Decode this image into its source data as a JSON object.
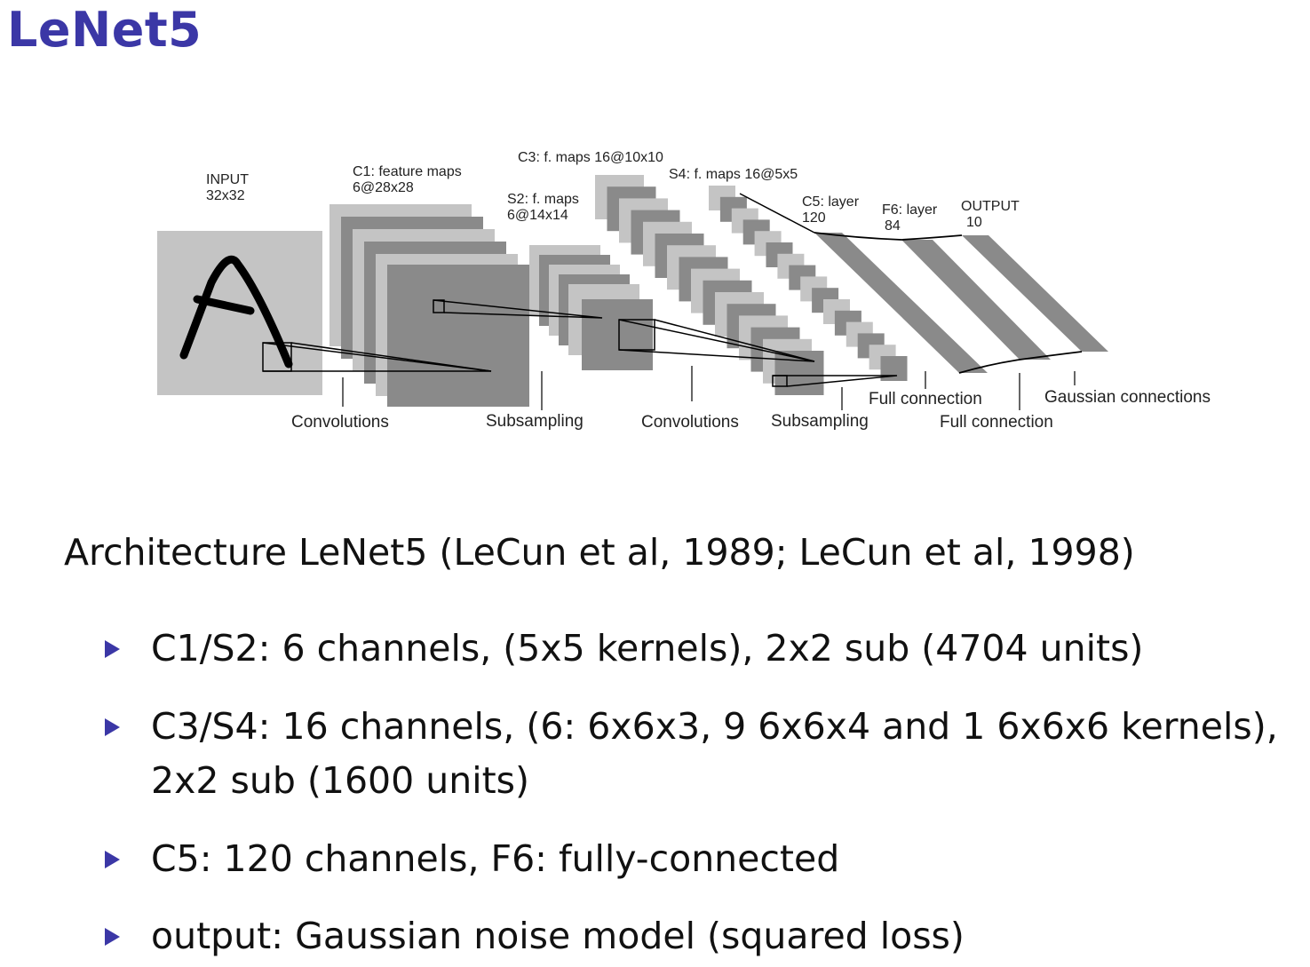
{
  "title": "LeNet5",
  "colors": {
    "title": "#3b37a6",
    "bullet_marker": "#3b37a6",
    "map_light": "#c4c4c4",
    "map_dark": "#8a8a8a"
  },
  "diagram": {
    "layers": {
      "input": {
        "name": "INPUT",
        "size": "32x32"
      },
      "c1": {
        "name": "C1: feature maps",
        "size": "6@28x28"
      },
      "s2": {
        "name": "S2: f. maps",
        "size": "6@14x14"
      },
      "c3": {
        "name": "C3: f. maps 16@10x10"
      },
      "s4": {
        "name": "S4: f. maps 16@5x5"
      },
      "c5": {
        "name": "C5: layer",
        "size": "120"
      },
      "f6": {
        "name": "F6: layer",
        "size": "84"
      },
      "output": {
        "name": "OUTPUT",
        "size": "10"
      }
    },
    "operations": {
      "conv1": "Convolutions",
      "sub1": "Subsampling",
      "conv2": "Convolutions",
      "sub2": "Subsampling",
      "full1": "Full connection",
      "full2": "Full connection",
      "gauss": "Gaussian connections"
    }
  },
  "caption": "Architecture LeNet5 (LeCun et al, 1989; LeCun et al, 1998)",
  "bullets": [
    "C1/S2: 6 channels, (5x5 kernels), 2x2 sub (4704 units)",
    "C3/S4: 16 channels, (6: 6x6x3, 9 6x6x4 and 1 6x6x6 kernels), 2x2 sub (1600 units)",
    "C5: 120 channels, F6: fully-connected",
    "output: Gaussian noise model (squared loss)"
  ]
}
